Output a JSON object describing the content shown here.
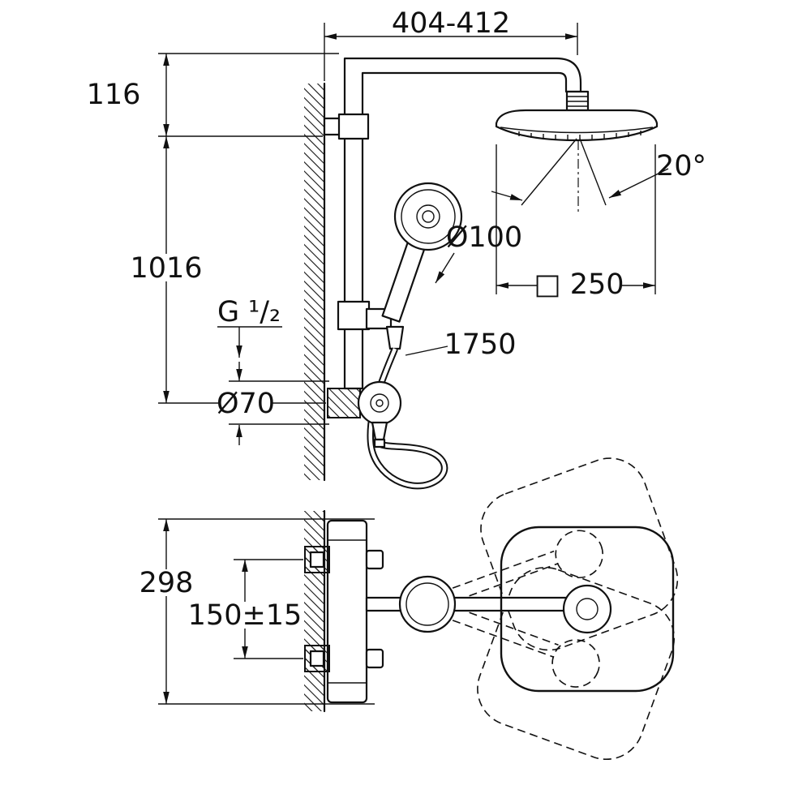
{
  "labels": {
    "width_range": "404-412",
    "drop_116": "116",
    "height_1016": "1016",
    "thread": "G ¹/₂",
    "escutcheon_dia": "Ø70",
    "hand_shower_dia": "Ø100",
    "head_shower_size": "□ 250",
    "spray_angle": "20°",
    "hose_length": "1750",
    "plan_height": "298",
    "connection_spacing": "150±15"
  },
  "colors": {
    "line": "#111111",
    "background": "#ffffff"
  }
}
